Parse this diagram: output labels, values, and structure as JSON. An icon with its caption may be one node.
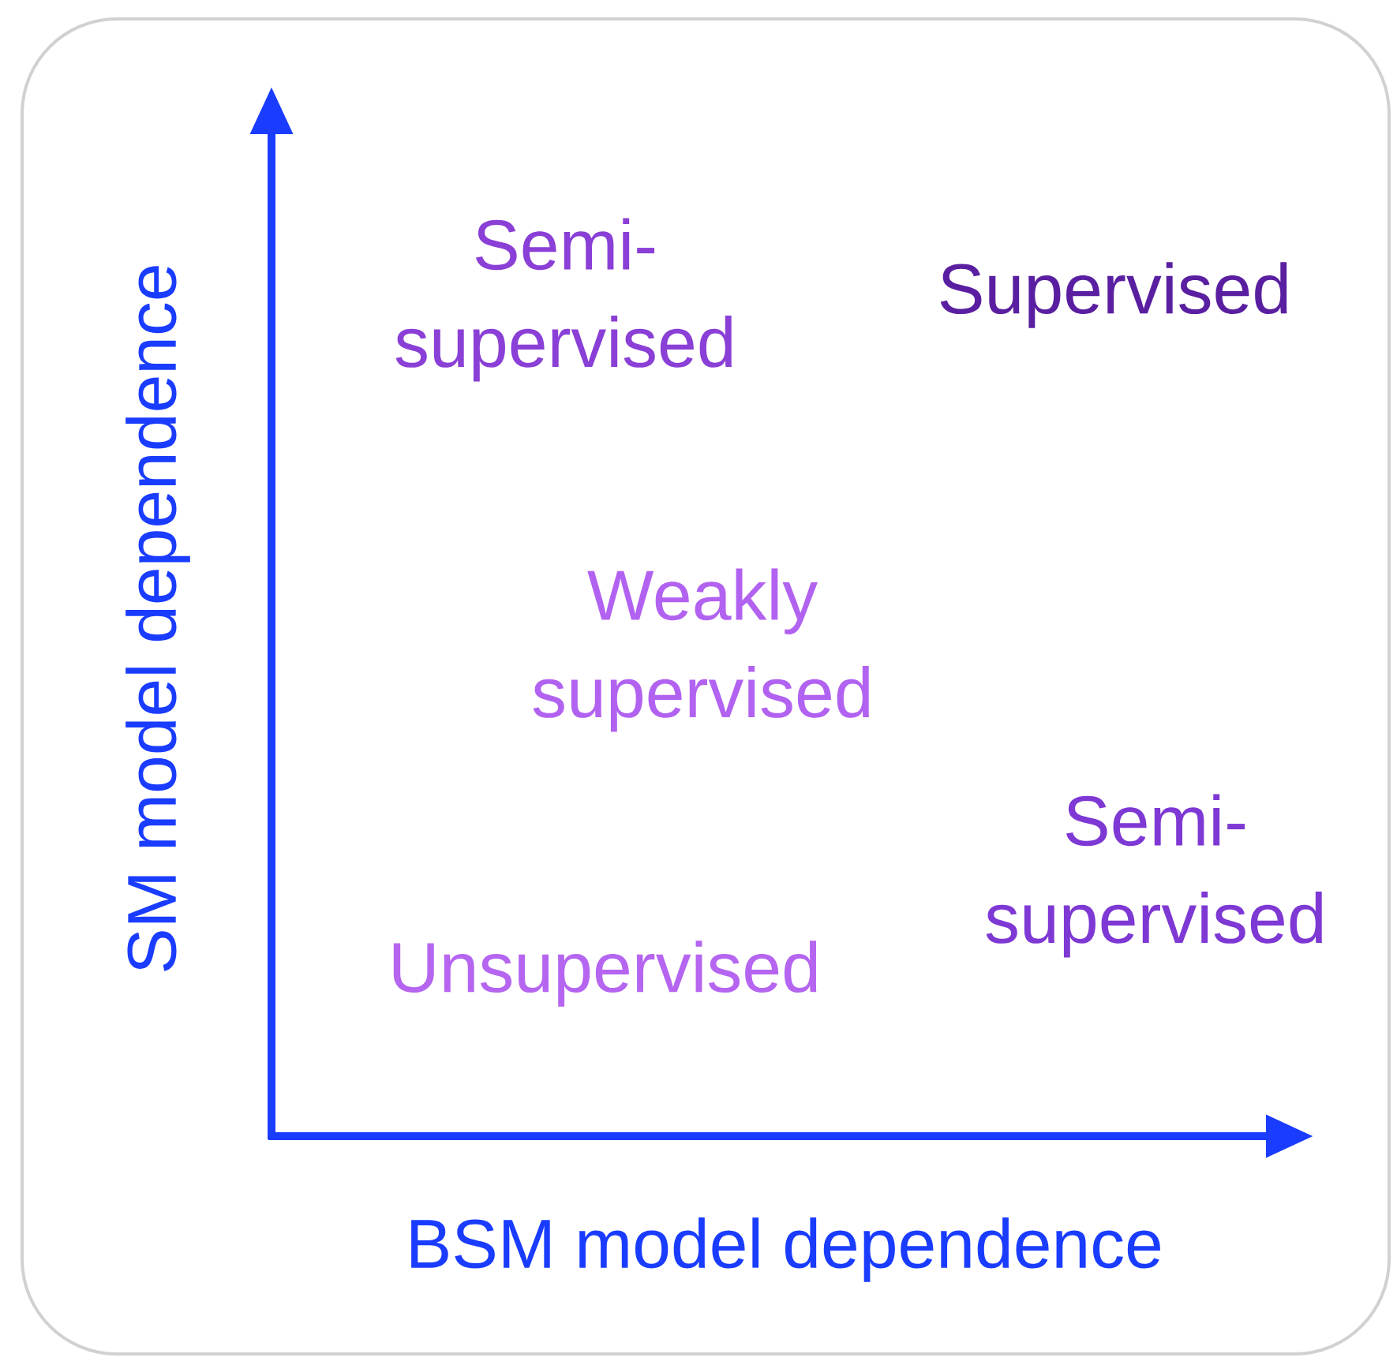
{
  "diagram": {
    "labels": [
      "Semi- supervised",
      "Supervised",
      "Weakly supervised",
      "Semi- supervised",
      "Unsupervised",
      "SM model dependence",
      "BSM model dependence"
    ]
  }
}
